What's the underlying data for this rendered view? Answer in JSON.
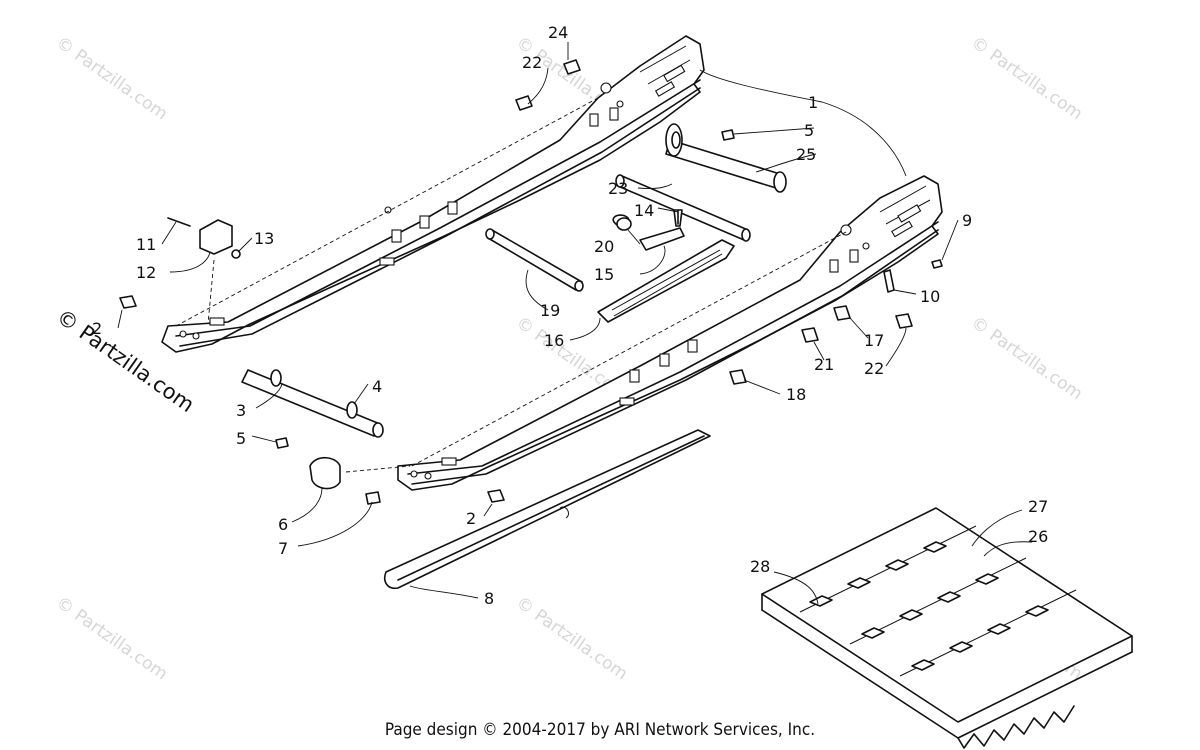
{
  "watermark": {
    "text": "© Partzilla.com",
    "side_text": "© Partzilla.com"
  },
  "callouts": {
    "c1": "1",
    "c2a": "2",
    "c2b": "2",
    "c3": "3",
    "c4": "4",
    "c5a": "5",
    "c5b": "5",
    "c6": "6",
    "c7": "7",
    "c8": "8",
    "c9": "9",
    "c10": "10",
    "c11": "11",
    "c12": "12",
    "c13": "13",
    "c14": "14",
    "c15": "15",
    "c16": "16",
    "c17": "17",
    "c18": "18",
    "c19": "19",
    "c20": "20",
    "c21": "21",
    "c22a": "22",
    "c22b": "22",
    "c23": "23",
    "c24": "24",
    "c25": "25",
    "c26": "26",
    "c27": "27",
    "c28": "28"
  },
  "footer": {
    "text": "Page design © 2004-2017 by ARI Network Services, Inc."
  }
}
